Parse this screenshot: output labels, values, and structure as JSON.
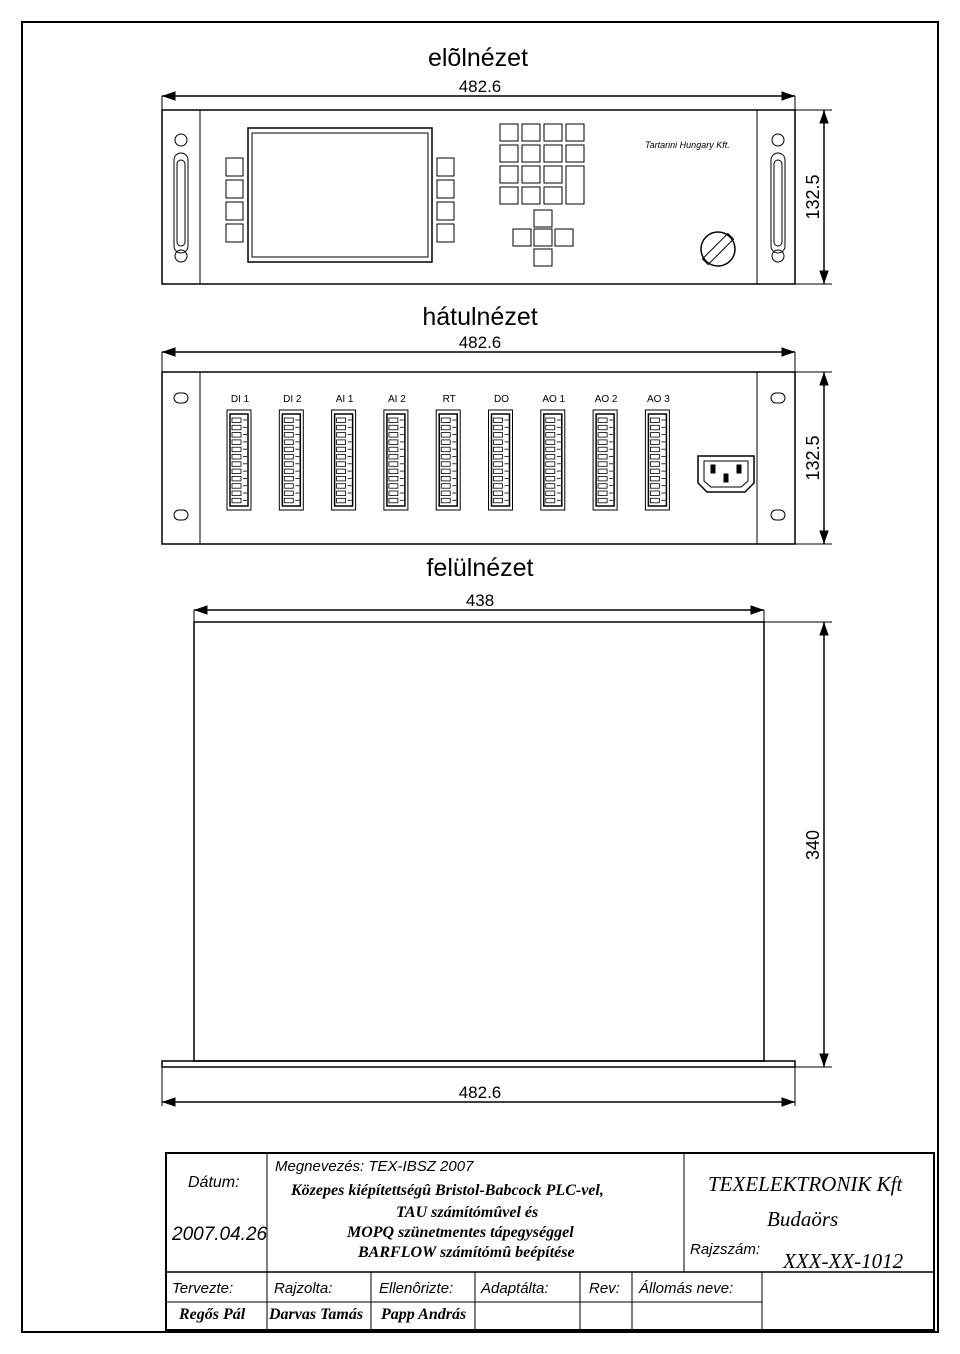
{
  "front_view": {
    "title": "elõlnézet",
    "width_dim": "482.6",
    "height_dim": "132.5",
    "brand_label": "Tartarini Hungary Kft."
  },
  "rear_view": {
    "title": "hátulnézet",
    "width_dim": "482.6",
    "height_dim": "132.5",
    "modules": [
      "DI 1",
      "DI 2",
      "AI 1",
      "AI 2",
      "RT",
      "DO",
      "AO 1",
      "AO 2",
      "AO 3"
    ]
  },
  "top_view": {
    "title": "felülnézet",
    "inner_width_dim": "438",
    "depth_dim": "340",
    "outer_width_dim": "482.6"
  },
  "title_block": {
    "datum_label": "Dátum:",
    "date": "2007.04.26",
    "megnevezes": "Megnevezés: TEX-IBSZ 2007",
    "desc_lines": [
      "Közepes kiépítettségû Bristol-Babcock PLC-vel,",
      "TAU számítómûvel és",
      "MOPQ szünetmentes tápegységgel",
      "BARFLOW számítómû beépítése"
    ],
    "company": "TEXELEKTRONIK Kft",
    "city": "Budaörs",
    "rajzszam_label": "Rajzszám:",
    "rajzszam": "XXX-XX-1012",
    "labels": [
      "Tervezte:",
      "Rajzolta:",
      "Ellenôrizte:",
      "Adaptálta:",
      "Rev:",
      "Állomás neve:"
    ],
    "names": [
      "Regős Pál",
      "Darvas Tamás",
      "Papp András"
    ]
  }
}
